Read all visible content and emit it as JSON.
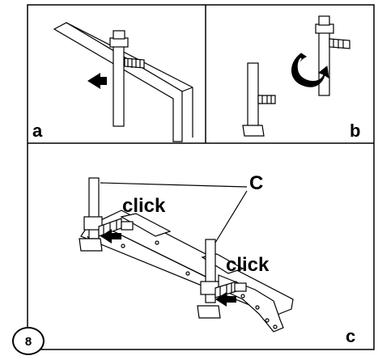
{
  "panels": {
    "a": {
      "label": "a"
    },
    "b": {
      "label": "b"
    },
    "c": {
      "label": "c"
    }
  },
  "callouts": {
    "part_letter": "C",
    "click_1": "click",
    "click_2": "click"
  },
  "step_number": "8",
  "colors": {
    "line": "#000000",
    "background": "#ffffff"
  },
  "icons": [
    "arrow-icon",
    "rotate-arrow-icon"
  ]
}
